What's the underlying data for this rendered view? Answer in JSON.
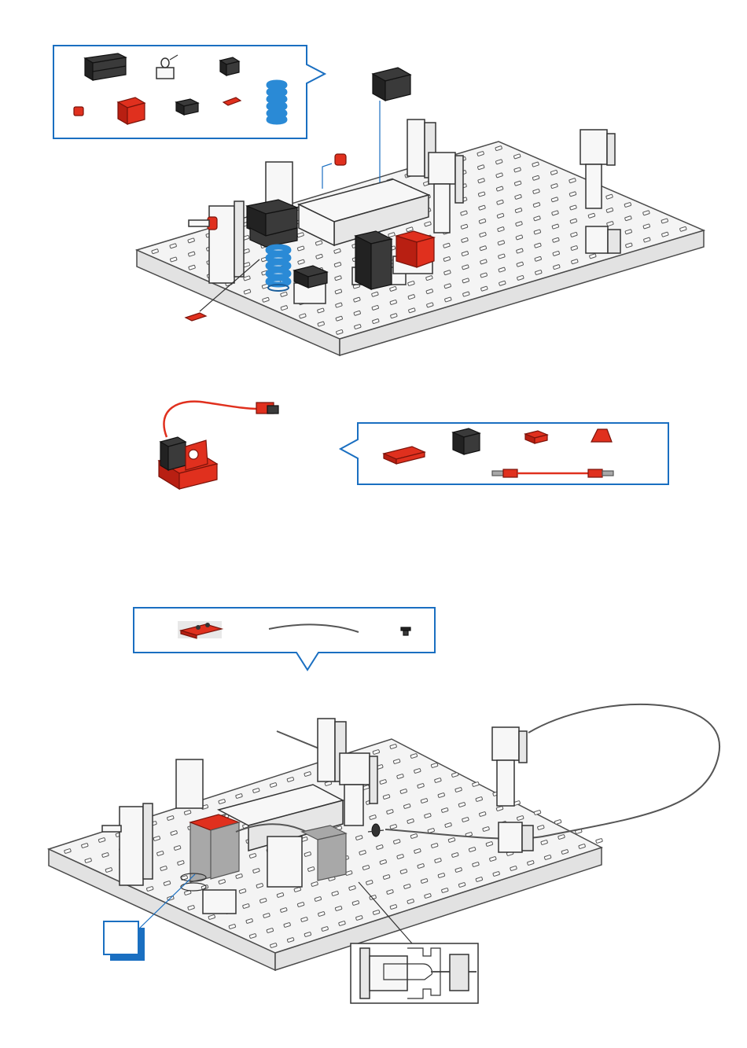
{
  "diagram": {
    "step_badge": "",
    "colors": {
      "callout_border": "#1a6fc1",
      "part_red": "#e0301e",
      "part_black": "#3a3a3a",
      "spring_blue": "#2a8ad6",
      "part_white": "#f7f7f7"
    },
    "callouts": [
      {
        "id": "parts-callout-1",
        "items": [
          "building-block-30-black",
          "lamp-socket",
          "building-block-15-black",
          "bushing-red",
          "building-block-red",
          "building-block-black-small",
          "connector-red",
          "spring-blue"
        ]
      },
      {
        "id": "parts-callout-2",
        "items": [
          "red-plate",
          "building-block-black-double",
          "red-block-small",
          "red-angle-block",
          "cable-with-plugs"
        ]
      },
      {
        "id": "parts-callout-3",
        "items": [
          "red-plate-with-pins",
          "pneumatic-tube",
          "black-plug"
        ]
      }
    ]
  }
}
